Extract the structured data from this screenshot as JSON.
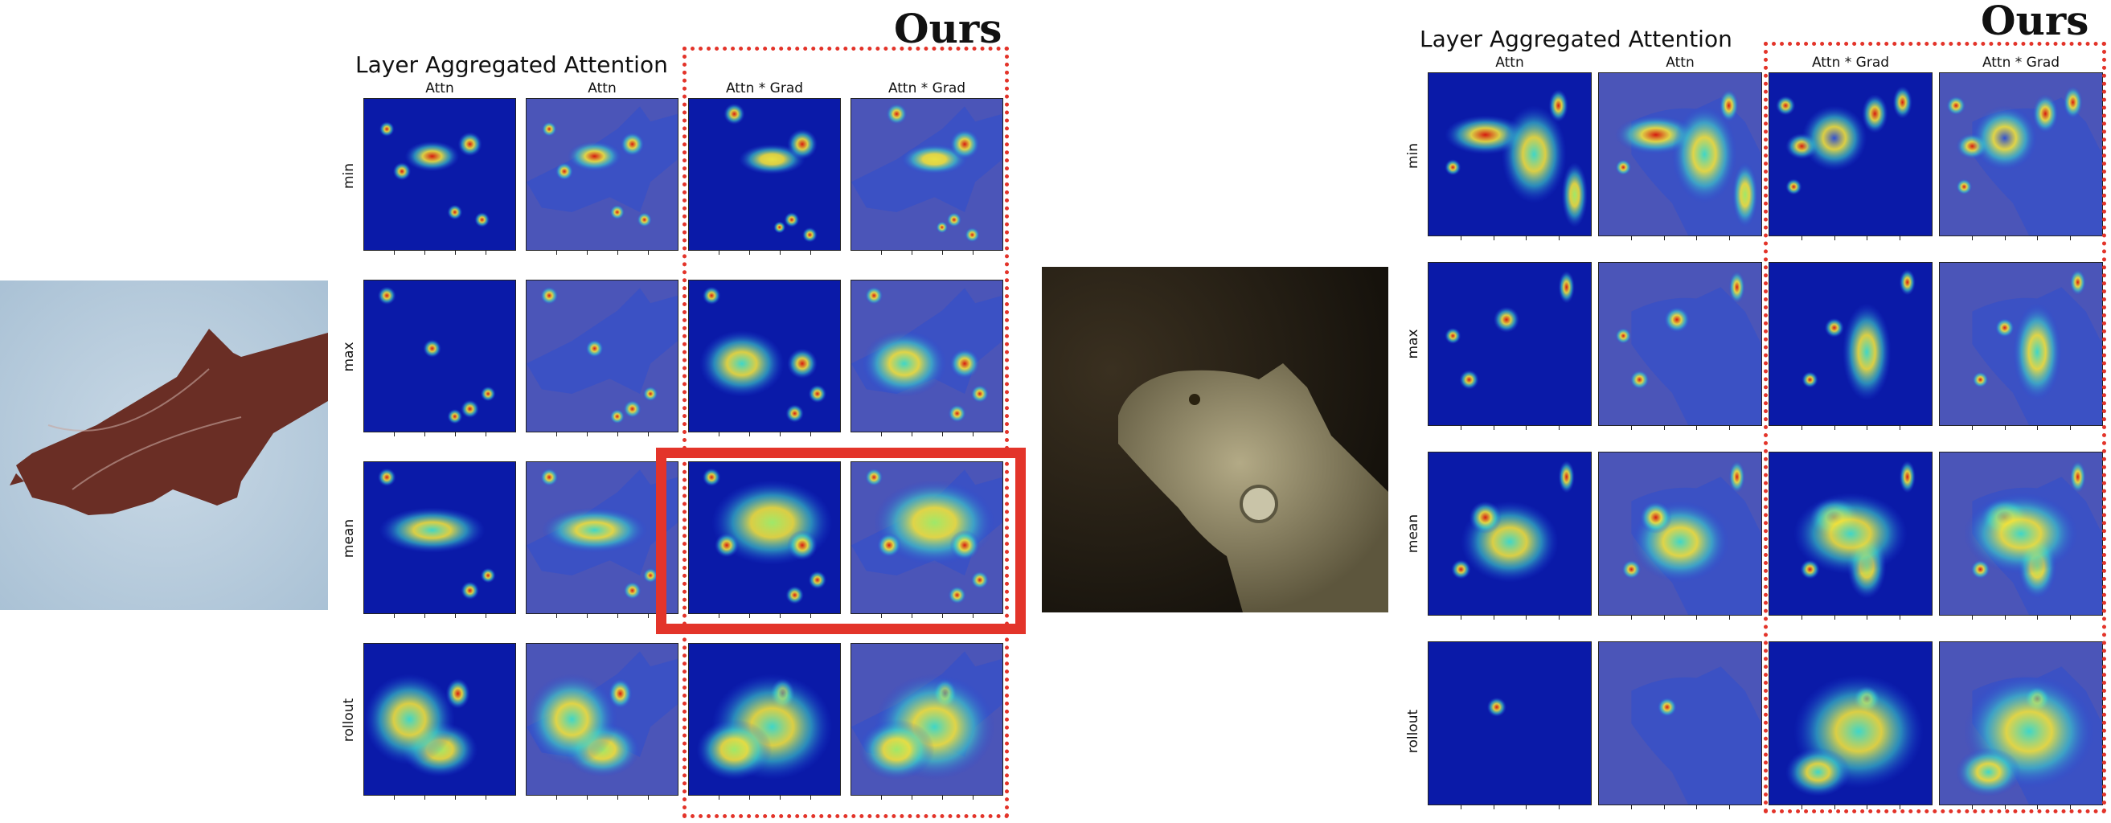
{
  "figure": {
    "left_panel": {
      "title": "Layer Aggregated Attention",
      "ours_label": "Ours",
      "columns": [
        "Attn",
        "Attn",
        "Attn * Grad",
        "Attn * Grad"
      ],
      "rows": [
        "min",
        "max",
        "mean",
        "rollout"
      ],
      "source_image": "shark-photo"
    },
    "right_panel": {
      "title": "Layer Aggregated Attention",
      "ours_label": "Ours",
      "columns": [
        "Attn",
        "Attn",
        "Attn * Grad",
        "Attn * Grad"
      ],
      "rows": [
        "min",
        "max",
        "mean",
        "rollout"
      ],
      "source_image": "iguana-photo"
    },
    "colors": {
      "highlight": "#e3342a",
      "heatmap_low": "#0a1aa8",
      "heatmap_high": "#d51a10"
    }
  }
}
